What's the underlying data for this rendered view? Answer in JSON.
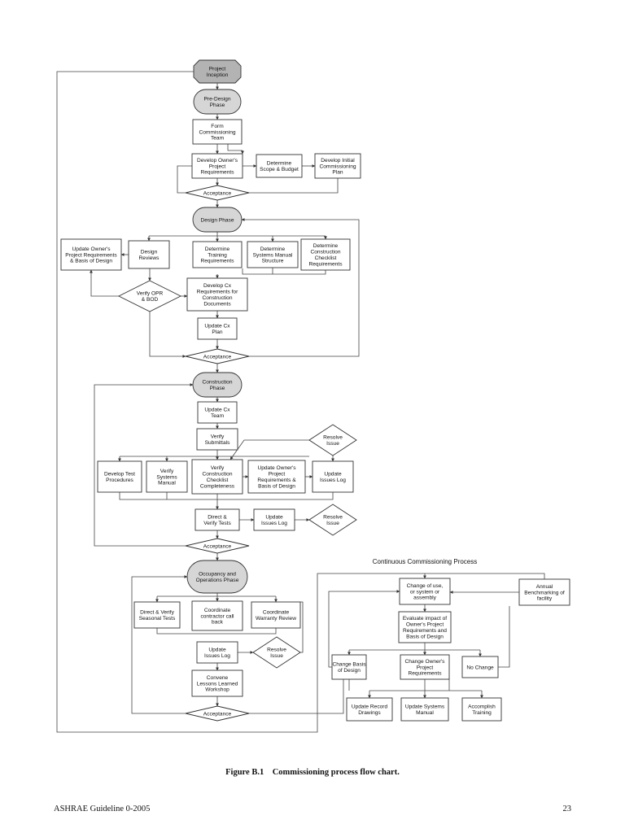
{
  "figure": {
    "number": "Figure B.1",
    "title": "Commissioning process flow chart."
  },
  "footer": {
    "left": "ASHRAE Guideline 0-2005",
    "page_number": "23"
  },
  "continuous_title": "Continuous Commissioning Process",
  "nodes": {
    "project_inception": "Project\nInception",
    "predesign_phase": "Pre-Design\nPhase",
    "form_team": "Form\nCommissioning\nTeam",
    "develop_opr": "Develop Owner's\nProject\nRequirements",
    "determine_scope": "Determine\nScope & Budget",
    "develop_initial_plan": "Develop Initial\nCommissioning\nPlan",
    "acceptance_1": "Acceptance",
    "design_phase": "Design Phase",
    "update_opr_bod": "Update Owner's\nProject  Requirements\n& Basis of Design",
    "design_reviews": "Design\nReviews",
    "determine_training": "Determine\nTraining\nRequirements",
    "determine_systems_manual": "Determine\nSystems Manual\nStructure",
    "determine_checklist": "Determine\nConstruction\nChecklist\nRequirements",
    "verify_opr_bod": "Verify OPR\n& BOD",
    "develop_cx_reqs": "Develop  Cx\nRequirements for\nConstruction\nDocuments",
    "update_cx_plan": "Update  Cx\nPlan",
    "acceptance_2": "Acceptance",
    "construction_phase": "Construction\nPhase",
    "update_cx_team": "Update  Cx\nTeam",
    "verify_submittals": "Verify\nSubmittals",
    "resolve_issue_1": "Resolve\nIssue",
    "develop_test_procedures": "Develop Test\nProcedures",
    "verify_systems_manual": "Verify\nSystems\nManual",
    "verify_checklist": "Verify\nConstruction\nChecklist\nCompleteness",
    "update_opr_bod_2": "Update Owner's\nProject\nRequirements  &\nBasis of Design",
    "update_issues_log_1": "Update\nIssues Log",
    "direct_verify_tests": "Direct &\nVerify Tests",
    "update_issues_log_2": "Update\nIssues Log",
    "resolve_issue_2": "Resolve\nIssue",
    "acceptance_3": "Acceptance",
    "occupancy_phase": "Occupancy and\nOperations Phase",
    "direct_verify_seasonal": "Direct & Verify\nSeasonal Tests",
    "coordinate_callback": "Coordinate\ncontractor call\nback",
    "coordinate_warranty": "Coordinate\nWarranty Review",
    "update_issues_log_3": "Update\nIssues Log",
    "resolve_issue_3": "Resolve\nIssue",
    "convene_lessons": "Convene\nLessons Learned\nWorkshop",
    "acceptance_4": "Acceptance",
    "change_of_use": "Change of use,\nor system or\nassembly",
    "annual_benchmarking": "Annual\nBenchmarking of\nfacility",
    "evaluate_impact": "Evaluate impact of\nOwner's Project\nRequirements  and\nBasis of Design",
    "change_bod": "Change Basis\nof Design",
    "change_opr": "Change Owner's\nProject\nRequirements",
    "no_change": "No Change",
    "update_record_drawings": "Update Record\nDrawings",
    "update_systems_manual": "Update Systems\nManual",
    "accomplish_training": "Accomplish\nTraining"
  },
  "colors": {
    "inception_fill": "#b3b3b3",
    "phase_fill": "#d6d6d6",
    "box_fill": "#ffffff",
    "stroke": "#333333"
  }
}
